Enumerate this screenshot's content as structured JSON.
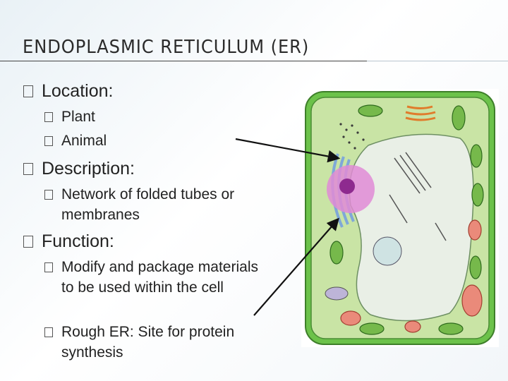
{
  "slide": {
    "title": "ENDOPLASMIC RETICULUM (ER)",
    "bullet_glyph": "�",
    "location": {
      "label": "Location:",
      "items": [
        "Plant",
        "Animal"
      ]
    },
    "description": {
      "label": "Description:",
      "items": [
        "Network of folded tubes or membranes"
      ]
    },
    "function": {
      "label": "Function:",
      "items": [
        "Modify and package materials to be used within the cell",
        "Rough ER: Site for protein synthesis"
      ]
    }
  },
  "colors": {
    "cell_wall": "#6cc24a",
    "cytoplasm": "#c9e4a5",
    "vacuole": "#e9efe6",
    "nucleus": "#e18bd6",
    "nucleolus": "#8e2a8f",
    "er": "#7fa8d8",
    "chloroplast": "#76b94b",
    "mitochondria": "#ea8a7a",
    "golgi": "#e07c2c",
    "arrow": "#111111"
  },
  "icons": {
    "bullet": "box-bullet-icon",
    "arrow": "arrow-icon"
  }
}
